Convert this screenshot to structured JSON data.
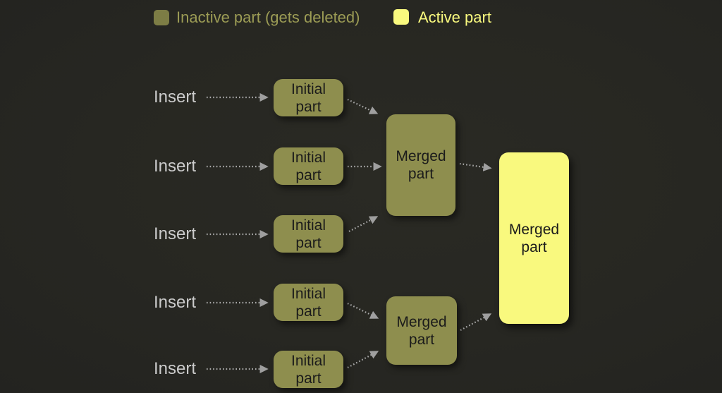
{
  "legend": {
    "inactive": {
      "label": "Inactive part (gets deleted)"
    },
    "active": {
      "label": "Active part"
    }
  },
  "labels": {
    "insert": "Insert",
    "initial_part_line1": "Initial",
    "initial_part_line2": "part",
    "merged_part_line1": "Merged",
    "merged_part_line2": "part"
  },
  "colors": {
    "background": "#272722",
    "inactive_part_box": "#8e8e4e",
    "legend_inactive_swatch": "#7d7d45",
    "legend_inactive_text": "#9c9c55",
    "active_part": "#f9f97e",
    "box_text": "#1b1b1b",
    "insert_text": "#cbcbcb",
    "arrow": "#ababab"
  }
}
